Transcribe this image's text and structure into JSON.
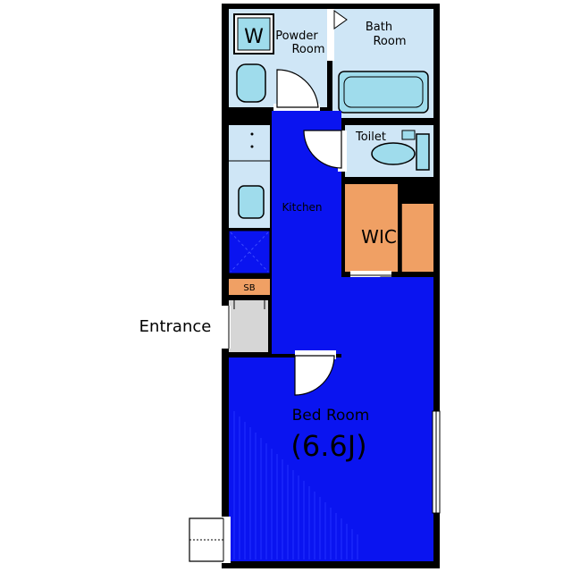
{
  "rooms": {
    "washer": "W",
    "powder_room": [
      "Powder",
      "Room"
    ],
    "bath_room": [
      "Bath",
      "Room"
    ],
    "toilet": "Toilet",
    "kitchen": "Kitchen",
    "wic": "WIC",
    "sb": "SB",
    "entrance": "Entrance",
    "bed_room": "Bed Room",
    "bed_room_size": "(6.6J)"
  },
  "colors": {
    "wall": "#000000",
    "wet_area": "#cfe6f6",
    "fixture": "#9fdcec",
    "floor_blue": "#0a14f0",
    "storage": "#f0a064",
    "entrance": "#d6d6d6",
    "door": "#ffffff"
  }
}
